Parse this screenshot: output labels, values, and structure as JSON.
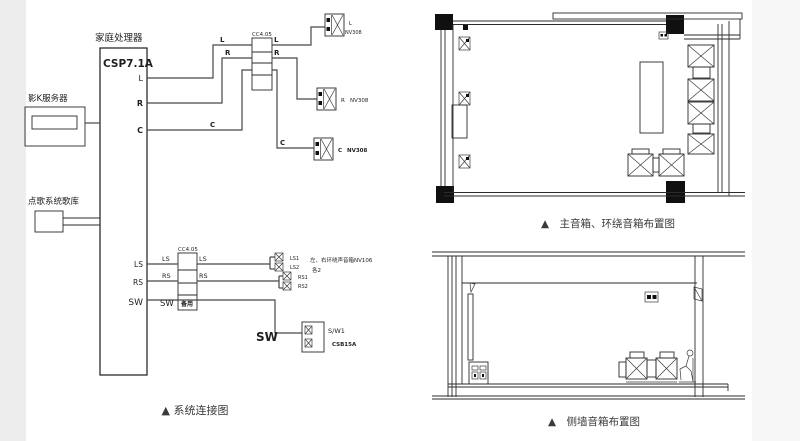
{
  "connection_diagram": {
    "caption": "▲ 系统连接图",
    "processor": {
      "label": "家庭处理器",
      "model": "CSP7.1A",
      "ports": {
        "l": "L",
        "r": "R",
        "c": "C",
        "ls": "LS",
        "rs": "RS",
        "sw": "SW"
      }
    },
    "server": {
      "label": "影K服务器"
    },
    "song_library": {
      "label": "点歌系统歌库"
    },
    "connector_top": {
      "label": "CC4.05"
    },
    "connector_bottom": {
      "label": "CC4.05",
      "spare": "备用"
    },
    "wire_labels": {
      "l_in": "L",
      "r_in": "R",
      "c_in": "C",
      "l_out": "L",
      "r_out": "R",
      "c_out": "C",
      "ls_in": "LS",
      "ls_out": "LS",
      "rs_in": "RS",
      "rs_out": "RS",
      "sw_in": "SW",
      "sw_big": "SW"
    },
    "front_speakers": [
      {
        "channel": "L",
        "model": "NV308"
      },
      {
        "channel": "R",
        "model": "NV308"
      },
      {
        "channel": "C",
        "model": "NV308"
      }
    ],
    "surround": {
      "ls1": "LS1",
      "ls2": "LS2",
      "rs1": "RS1",
      "rs2": "RS2",
      "note_line1": "左、右环绕声音箱NV106",
      "note_line2": "各2"
    },
    "subwoofer": {
      "label": "S/W1",
      "model": "CSB15A"
    }
  },
  "plan_diagram": {
    "caption": "▲　主音箱、环绕音箱布置图"
  },
  "elevation_diagram": {
    "caption": "▲　侧墙音箱布置图"
  }
}
